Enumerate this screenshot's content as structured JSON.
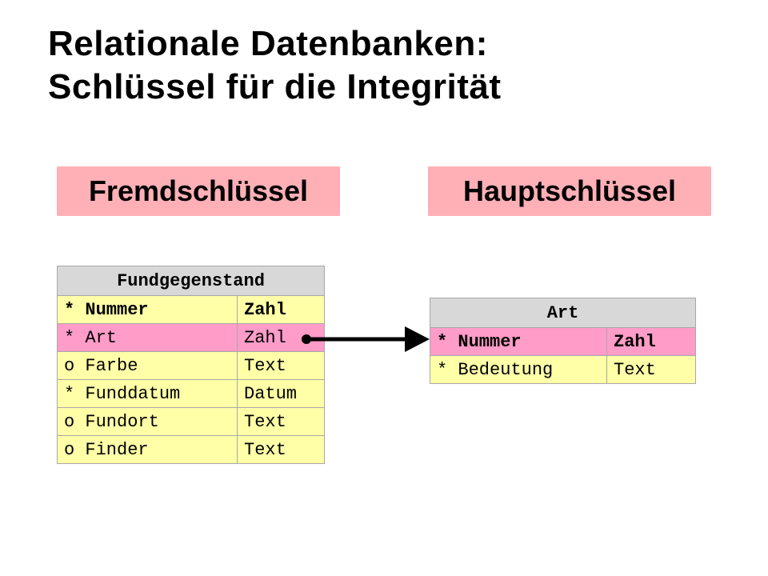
{
  "title": {
    "line1": "Relationale Datenbanken:",
    "line2": "Schlüssel für die Integrität"
  },
  "labels": {
    "foreign_key": "Fremdschlüssel",
    "primary_key": "Hauptschlüssel"
  },
  "colors": {
    "label_bg": "#ffb0b6",
    "header_bg": "#d8d8d8",
    "row_bg": "#ffffa8",
    "key_row_bg": "#ff9cc8",
    "arrow": "#000000"
  },
  "tables": {
    "fundgegenstand": {
      "name": "Fundgegenstand",
      "rows": [
        {
          "field": "* Nummer",
          "type": "Zahl"
        },
        {
          "field": "* Art",
          "type": "Zahl"
        },
        {
          "field": "o Farbe",
          "type": "Text"
        },
        {
          "field": "* Funddatum",
          "type": "Datum"
        },
        {
          "field": "o Fundort",
          "type": "Text"
        },
        {
          "field": "o Finder",
          "type": "Text"
        }
      ]
    },
    "art": {
      "name": "Art",
      "rows": [
        {
          "field": "* Nummer",
          "type": "Zahl"
        },
        {
          "field": "* Bedeutung",
          "type": "Text"
        }
      ]
    }
  }
}
